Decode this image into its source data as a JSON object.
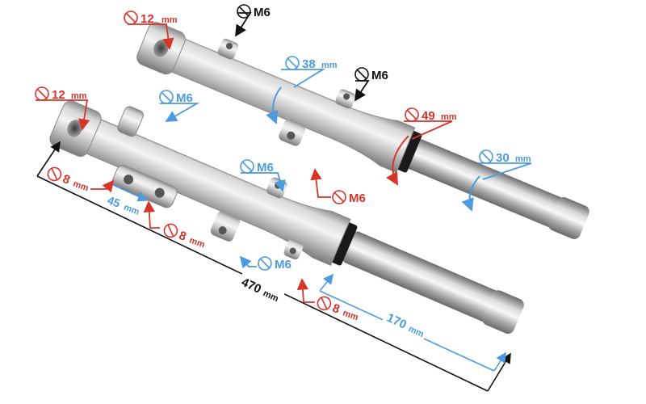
{
  "colors": {
    "red": "#d8352a",
    "blue": "#4a9be0",
    "black": "#111111",
    "metal_light": "#e9e9e9",
    "metal_mid": "#b9b9b9",
    "metal_dark": "#7d7d7d",
    "seal": "#1a1a1a"
  },
  "labels": {
    "top_axle": {
      "value": "12",
      "unit": "mm"
    },
    "top_bolt": {
      "value": "M6"
    },
    "top_tube": {
      "value": "38",
      "unit": "mm"
    },
    "top_mid_bolt": {
      "value": "M6"
    },
    "top_wide": {
      "value": "49",
      "unit": "mm"
    },
    "top_stanchion": {
      "value": "30",
      "unit": "mm"
    },
    "top_hole": {
      "value": "M6"
    },
    "bottom_axle": {
      "value": "12",
      "unit": "mm"
    },
    "bottom_boss": {
      "value": "M6"
    },
    "bottom_hole_a": {
      "value": "8",
      "unit": "mm"
    },
    "bottom_spacing": {
      "value": "45",
      "unit": "mm"
    },
    "bottom_hole_b": {
      "value": "8",
      "unit": "mm"
    },
    "bottom_mid_bolt": {
      "value": "M6"
    },
    "bottom_lug_bolt": {
      "value": "M6"
    },
    "bottom_hole_c": {
      "value": "8",
      "unit": "mm"
    },
    "overall_length": {
      "value": "470",
      "unit": "mm"
    },
    "stanchion_length": {
      "value": "170",
      "unit": "mm"
    }
  }
}
